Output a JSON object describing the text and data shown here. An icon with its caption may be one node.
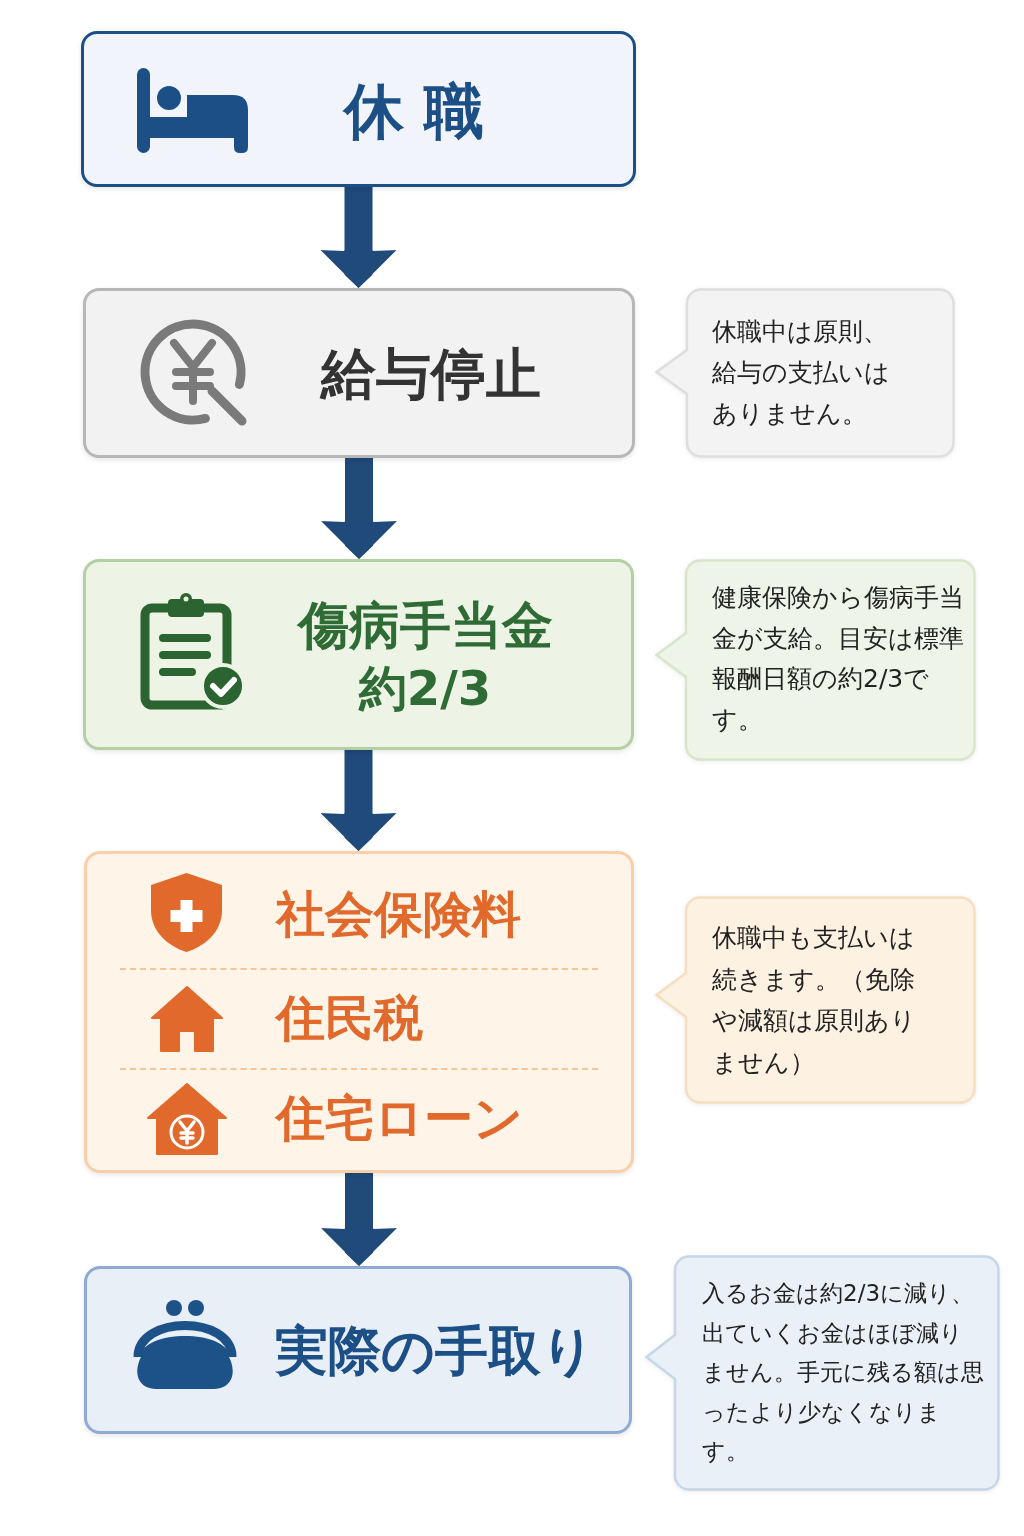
{
  "diagram": {
    "nodes": [
      {
        "text": [
          "休職"
        ]
      },
      {
        "text": [
          "給与停止"
        ]
      },
      {
        "text": [
          "休職中は原則、給与の支払いはありません。"
        ]
      },
      {
        "text": [
          "傷病手当金",
          "約2/3"
        ]
      },
      {
        "text": [
          "健康保険から傷病手当金が支給。目安は標準報酬日額の約2/3です。"
        ]
      },
      {
        "text": [
          "社会保険料",
          "住民税",
          "住宅ローン"
        ]
      },
      {
        "text": [
          "休職中も支払いは続きます。（免除や減額は原則ありません）"
        ]
      },
      {
        "text": [
          "実際の手取り"
        ]
      },
      {
        "text": [
          "入るお金は約2/3に減り、出ていくお金はほぼ減りません。手元に残る額は思ったより少なくなります。"
        ]
      }
    ],
    "edges": [
      {
        "from": 0,
        "to": 1,
        "arrow": "to"
      },
      {
        "from": 1,
        "to": 3,
        "arrow": "to"
      },
      {
        "from": 3,
        "to": 5,
        "arrow": "to"
      },
      {
        "from": 5,
        "to": 7,
        "arrow": "to"
      }
    ]
  }
}
